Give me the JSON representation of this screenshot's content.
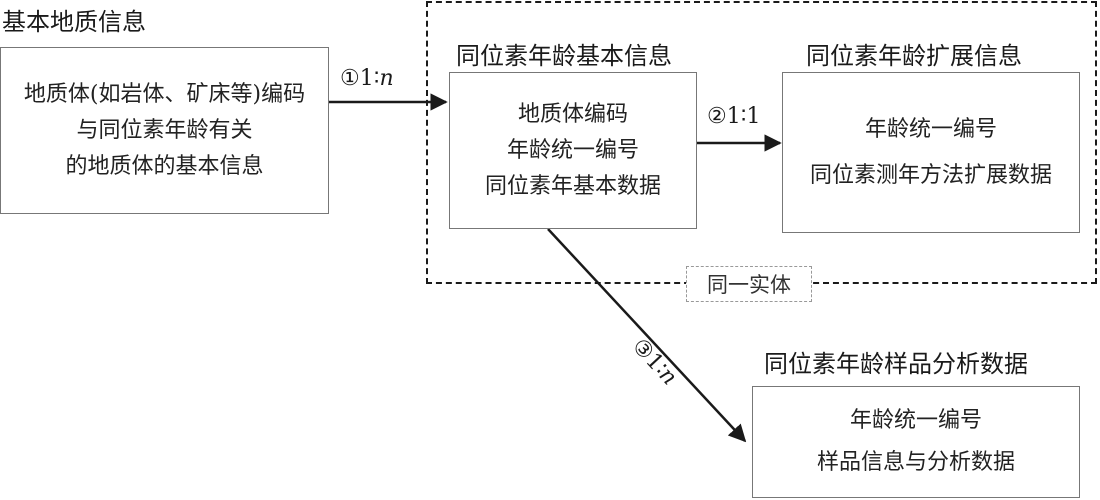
{
  "entities": {
    "basic_geo": {
      "title": "基本地质信息",
      "lines": [
        "地质体(如岩体、矿床等)编码",
        "与同位素年龄有关",
        "的地质体的基本信息"
      ]
    },
    "iso_basic": {
      "title": "同位素年龄基本信息",
      "lines": [
        "地质体编码",
        "年龄统一编号",
        "同位素年基本数据"
      ]
    },
    "iso_ext": {
      "title": "同位素年龄扩展信息",
      "lines": [
        "年龄统一编号",
        "同位素测年方法扩展数据"
      ]
    },
    "iso_sample": {
      "title": "同位素年龄样品分析数据",
      "lines": [
        "年龄统一编号",
        "样品信息与分析数据"
      ]
    }
  },
  "relations": [
    {
      "marker": "①",
      "ratio_left": "1∶",
      "ratio_right": "n",
      "from": "基本地质信息",
      "to": "同位素年龄基本信息"
    },
    {
      "marker": "②",
      "ratio_left": "1∶",
      "ratio_right": "1",
      "from": "同位素年龄基本信息",
      "to": "同位素年龄扩展信息"
    },
    {
      "marker": "③",
      "ratio_left": "1∶",
      "ratio_right": "n",
      "from": "同位素年龄基本信息",
      "to": "同位素年龄样品分析数据"
    }
  ],
  "group_label": "同一实体"
}
